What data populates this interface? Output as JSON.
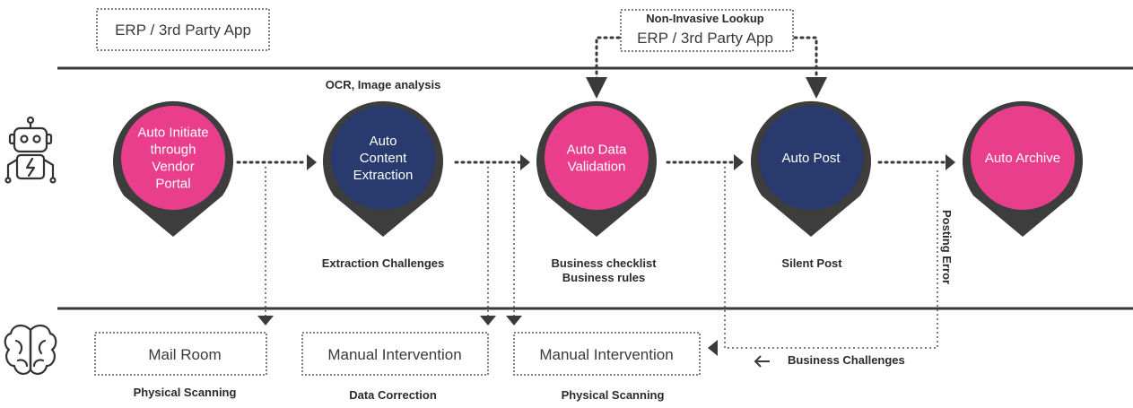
{
  "top_box": {
    "label": "ERP / 3rd Party App"
  },
  "lookup_box": {
    "title": "Non-Invasive Lookup",
    "label": "ERP / 3rd Party App"
  },
  "ocr_note": "OCR, Image analysis",
  "stages": [
    {
      "lines": [
        "Auto Initiate",
        "through",
        "Vendor",
        "Portal"
      ],
      "color": "#e83e8c"
    },
    {
      "lines": [
        "Auto",
        "Content",
        "Extraction"
      ],
      "color": "#283a6e"
    },
    {
      "lines": [
        "Auto Data",
        "Validation"
      ],
      "color": "#e83e8c"
    },
    {
      "lines": [
        "Auto Post"
      ],
      "color": "#283a6e"
    },
    {
      "lines": [
        "Auto Archive"
      ],
      "color": "#e83e8c"
    }
  ],
  "stage_notes": {
    "extraction": "Extraction Challenges",
    "validation_1": "Business checklist",
    "validation_2": "Business rules",
    "post": "Silent Post",
    "posting_error": "Posting Error"
  },
  "manual_boxes": [
    {
      "label": "Mail Room",
      "caption": "Physical Scanning"
    },
    {
      "label": "Manual Intervention",
      "caption": "Data Correction"
    },
    {
      "label": "Manual Intervention",
      "caption": "Physical Scanning"
    }
  ],
  "business_challenges": "Business Challenges",
  "icons": {
    "top_left": "robot-icon",
    "bottom_left": "brain-icon"
  },
  "colors": {
    "pink": "#e83e8c",
    "navy": "#283a6e",
    "pin_shadow": "#3d3d3d"
  }
}
